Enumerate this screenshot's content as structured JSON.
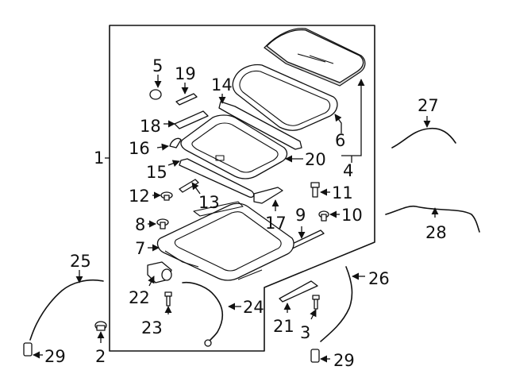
{
  "diagram": {
    "callouts": {
      "c1": "1",
      "c2": "2",
      "c3": "3",
      "c4": "4",
      "c5": "5",
      "c6": "6",
      "c7": "7",
      "c8": "8",
      "c9": "9",
      "c10": "10",
      "c11": "11",
      "c12": "12",
      "c13": "13",
      "c14": "14",
      "c15": "15",
      "c16": "16",
      "c17": "17",
      "c18": "18",
      "c19": "19",
      "c20": "20",
      "c21": "21",
      "c22": "22",
      "c23": "23",
      "c24": "24",
      "c25": "25",
      "c26": "26",
      "c27": "27",
      "c28": "28",
      "c29a": "29",
      "c29b": "29"
    }
  }
}
